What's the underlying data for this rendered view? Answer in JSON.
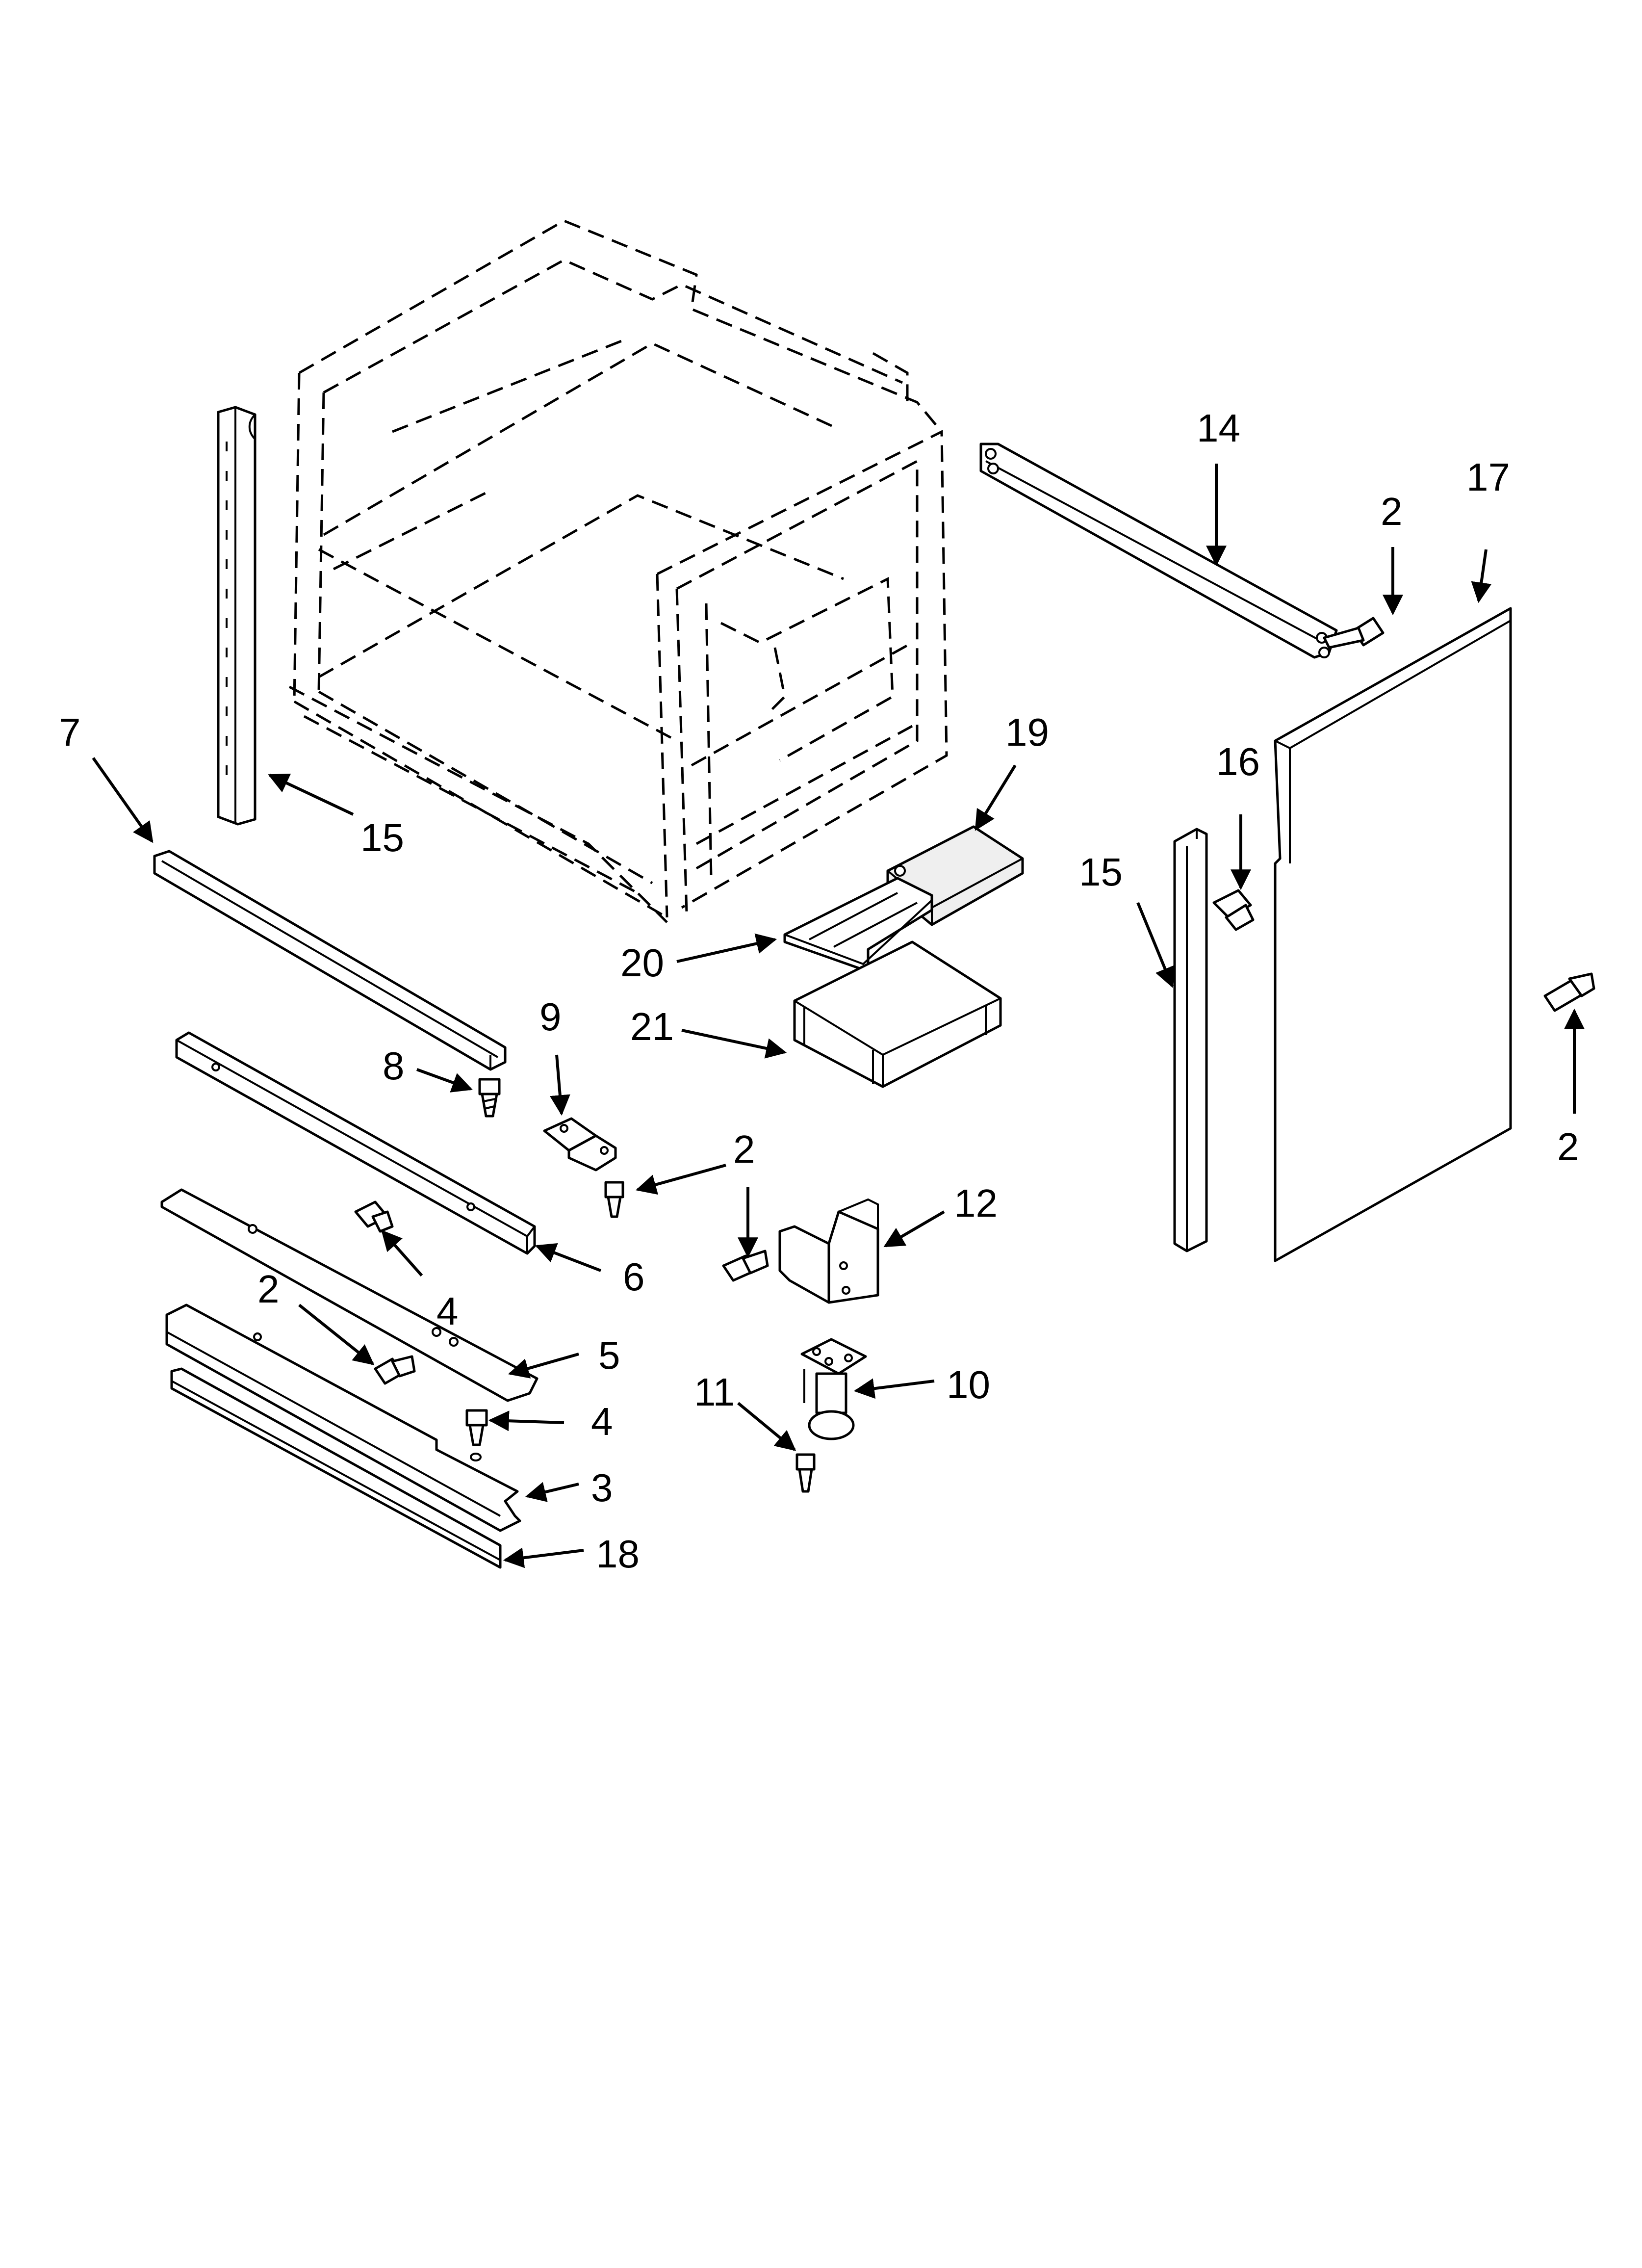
{
  "callouts": [
    {
      "id": "14",
      "text": "14"
    },
    {
      "id": "17",
      "text": "17"
    },
    {
      "id": "2a",
      "text": "2"
    },
    {
      "id": "7",
      "text": "7"
    },
    {
      "id": "19",
      "text": "19"
    },
    {
      "id": "16",
      "text": "16"
    },
    {
      "id": "15a",
      "text": "15"
    },
    {
      "id": "15b",
      "text": "15"
    },
    {
      "id": "20",
      "text": "20"
    },
    {
      "id": "9",
      "text": "9"
    },
    {
      "id": "21",
      "text": "21"
    },
    {
      "id": "8",
      "text": "8"
    },
    {
      "id": "2b",
      "text": "2"
    },
    {
      "id": "2c",
      "text": "2"
    },
    {
      "id": "12",
      "text": "12"
    },
    {
      "id": "6",
      "text": "6"
    },
    {
      "id": "2d",
      "text": "2"
    },
    {
      "id": "4a",
      "text": "4"
    },
    {
      "id": "5",
      "text": "5"
    },
    {
      "id": "10",
      "text": "10"
    },
    {
      "id": "11",
      "text": "11"
    },
    {
      "id": "4b",
      "text": "4"
    },
    {
      "id": "3",
      "text": "3"
    },
    {
      "id": "18",
      "text": "18"
    }
  ]
}
